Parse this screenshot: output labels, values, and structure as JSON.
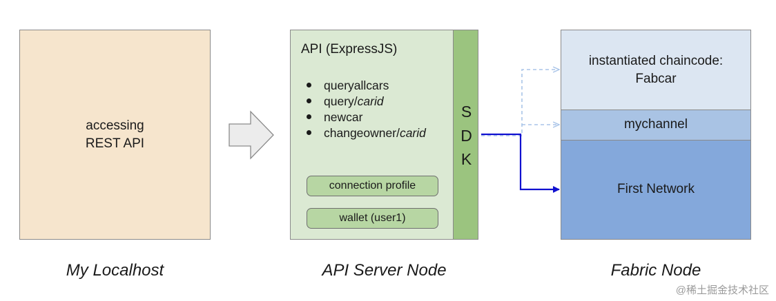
{
  "localhost": {
    "text_line1": "accessing",
    "text_line2": "REST API",
    "caption": "My Localhost"
  },
  "server": {
    "title": "API (ExpressJS)",
    "endpoints": [
      {
        "prefix": "queryallcars",
        "param": ""
      },
      {
        "prefix": "query/",
        "param": "carid"
      },
      {
        "prefix": "newcar",
        "param": ""
      },
      {
        "prefix": "changeowner/",
        "param": "carid"
      }
    ],
    "sdk_letters": [
      "S",
      "D",
      "K"
    ],
    "connection_profile": "connection profile",
    "wallet": "wallet (user1)",
    "caption": "API Server Node"
  },
  "fabric": {
    "chaincode_line1": "instantiated chaincode:",
    "chaincode_line2": "Fabcar",
    "channel": "mychannel",
    "network": "First Network",
    "caption": "Fabric Node"
  },
  "watermark": "@稀土掘金技术社区",
  "colors": {
    "localhost_fill": "#f6e5cd",
    "server_fill": "#dbe9d3",
    "sdk_fill": "#9bc47f",
    "pill_fill": "#b7d6a3",
    "chaincode_fill": "#dce6f2",
    "channel_fill": "#a9c3e4",
    "network_fill": "#84a8db",
    "solid_arrow": "#1010d0",
    "dashed_arrow": "#a8c4e8"
  }
}
